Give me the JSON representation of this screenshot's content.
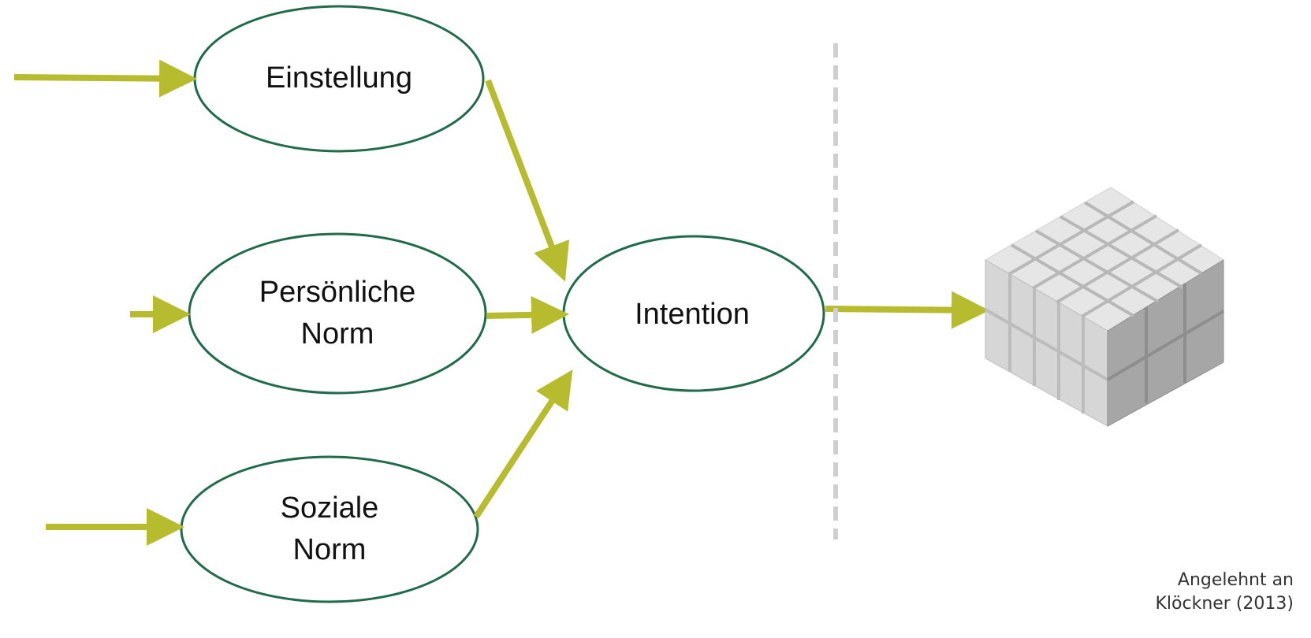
{
  "nodes": {
    "einstellung": "Einstellung",
    "persoenliche_norm": [
      "Persönliche",
      "Norm"
    ],
    "soziale_norm": [
      "Soziale",
      "Norm"
    ],
    "intention": "Intention"
  },
  "behavior_icon": "cube-blocks-icon",
  "source": [
    "Angelehnt an",
    "Klöckner (2013)"
  ],
  "colors": {
    "ellipse_stroke": "#1f6b4a",
    "arrow": "#b7bc2f",
    "divider": "#cfcfcf",
    "cube_light": "#e4e4e4",
    "cube_dark": "#a4a4a4"
  }
}
